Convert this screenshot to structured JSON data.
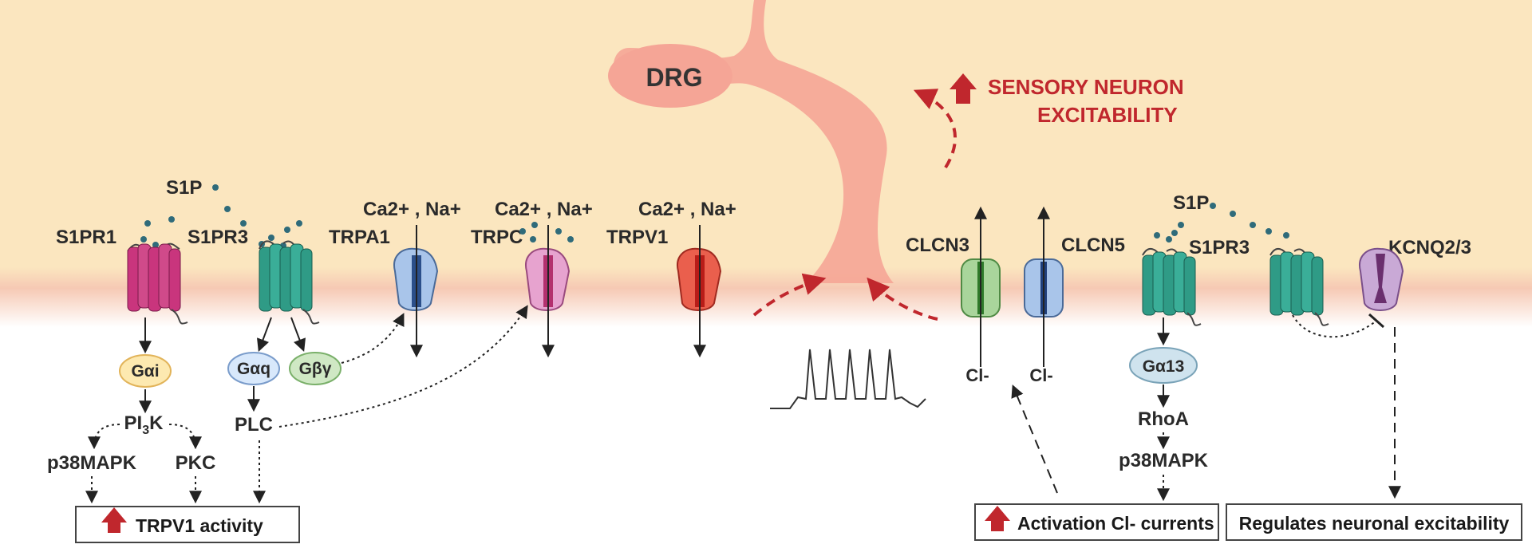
{
  "cell": {
    "drg": "DRG",
    "excitability_line1": "SENSORY NEURON",
    "excitability_line2": "EXCITABILITY"
  },
  "left": {
    "s1p": "S1P",
    "s1pr1": "S1PR1",
    "s1pr3": "S1PR3",
    "trpa1": "TRPA1",
    "trpc": "TRPC",
    "trpv1": "TRPV1",
    "ions_trpa1": "Ca2+ , Na+",
    "ions_trpc": "Ca2+ , Na+",
    "ions_trpv1": "Ca2+ , Na+",
    "gai": "Gαi",
    "gaq": "Gαq",
    "gby": "Gβγ",
    "pi3k_pre": "PI",
    "pi3k_sub": "3",
    "pi3k_post": "K",
    "p38": "p38MAPK",
    "pkc": "PKC",
    "plc": "PLC",
    "box": "TRPV1 activity"
  },
  "right": {
    "clcn3": "CLCN3",
    "clcn5": "CLCN5",
    "cl_a": "Cl-",
    "cl_b": "Cl-",
    "s1p": "S1P",
    "s1pr3": "S1PR3",
    "kcnq": "KCNQ2/3",
    "ga13": "Gα13",
    "rhoa": "RhoA",
    "p38": "p38MAPK",
    "box1": "Activation Cl- currents",
    "box2": "Regulates neuronal excitability"
  },
  "colors": {
    "background": "#fbe6bf",
    "membrane": "#f6c2b0",
    "neuron": "#f5a596",
    "arrow_red": "#c0272d",
    "s1pr1": "#c9357d",
    "s1pr3": "#2f9b86",
    "trpa1": "#a9c5ea",
    "trpc": "#e7a3cf",
    "trpv1": "#ea5f4d",
    "clcn3": "#a9d59b",
    "clcn5": "#a9c5ea",
    "kcnq": "#c9a9d6"
  }
}
